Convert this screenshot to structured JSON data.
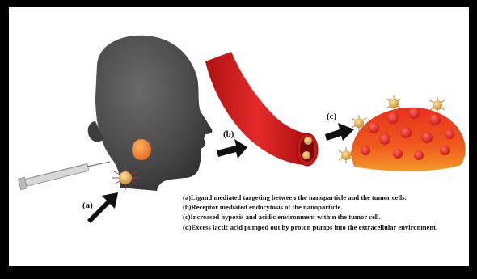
{
  "labels": {
    "a": "(a)",
    "b": "(b)",
    "c": "(c)"
  },
  "legend": {
    "a": "(a)Ligand mediated targeting between the nanoparticle and the tumor cells.",
    "b": "(b)Receptor mediated endocytosis of the nanoparticle.",
    "c": "(c)Increased hypoxis and  acidic environment within the tumor cell.",
    "d": "(d)Excess lactic acid pumped out by proton pumps into the extracellular environment."
  },
  "colors": {
    "frame": "#000000",
    "head": "#4a4a4a",
    "tumor_orange": "#f07a2a",
    "vessel_red": "#d81e1e",
    "tumor_mass": "#e8481a",
    "nanoparticle": "#e0a640"
  }
}
